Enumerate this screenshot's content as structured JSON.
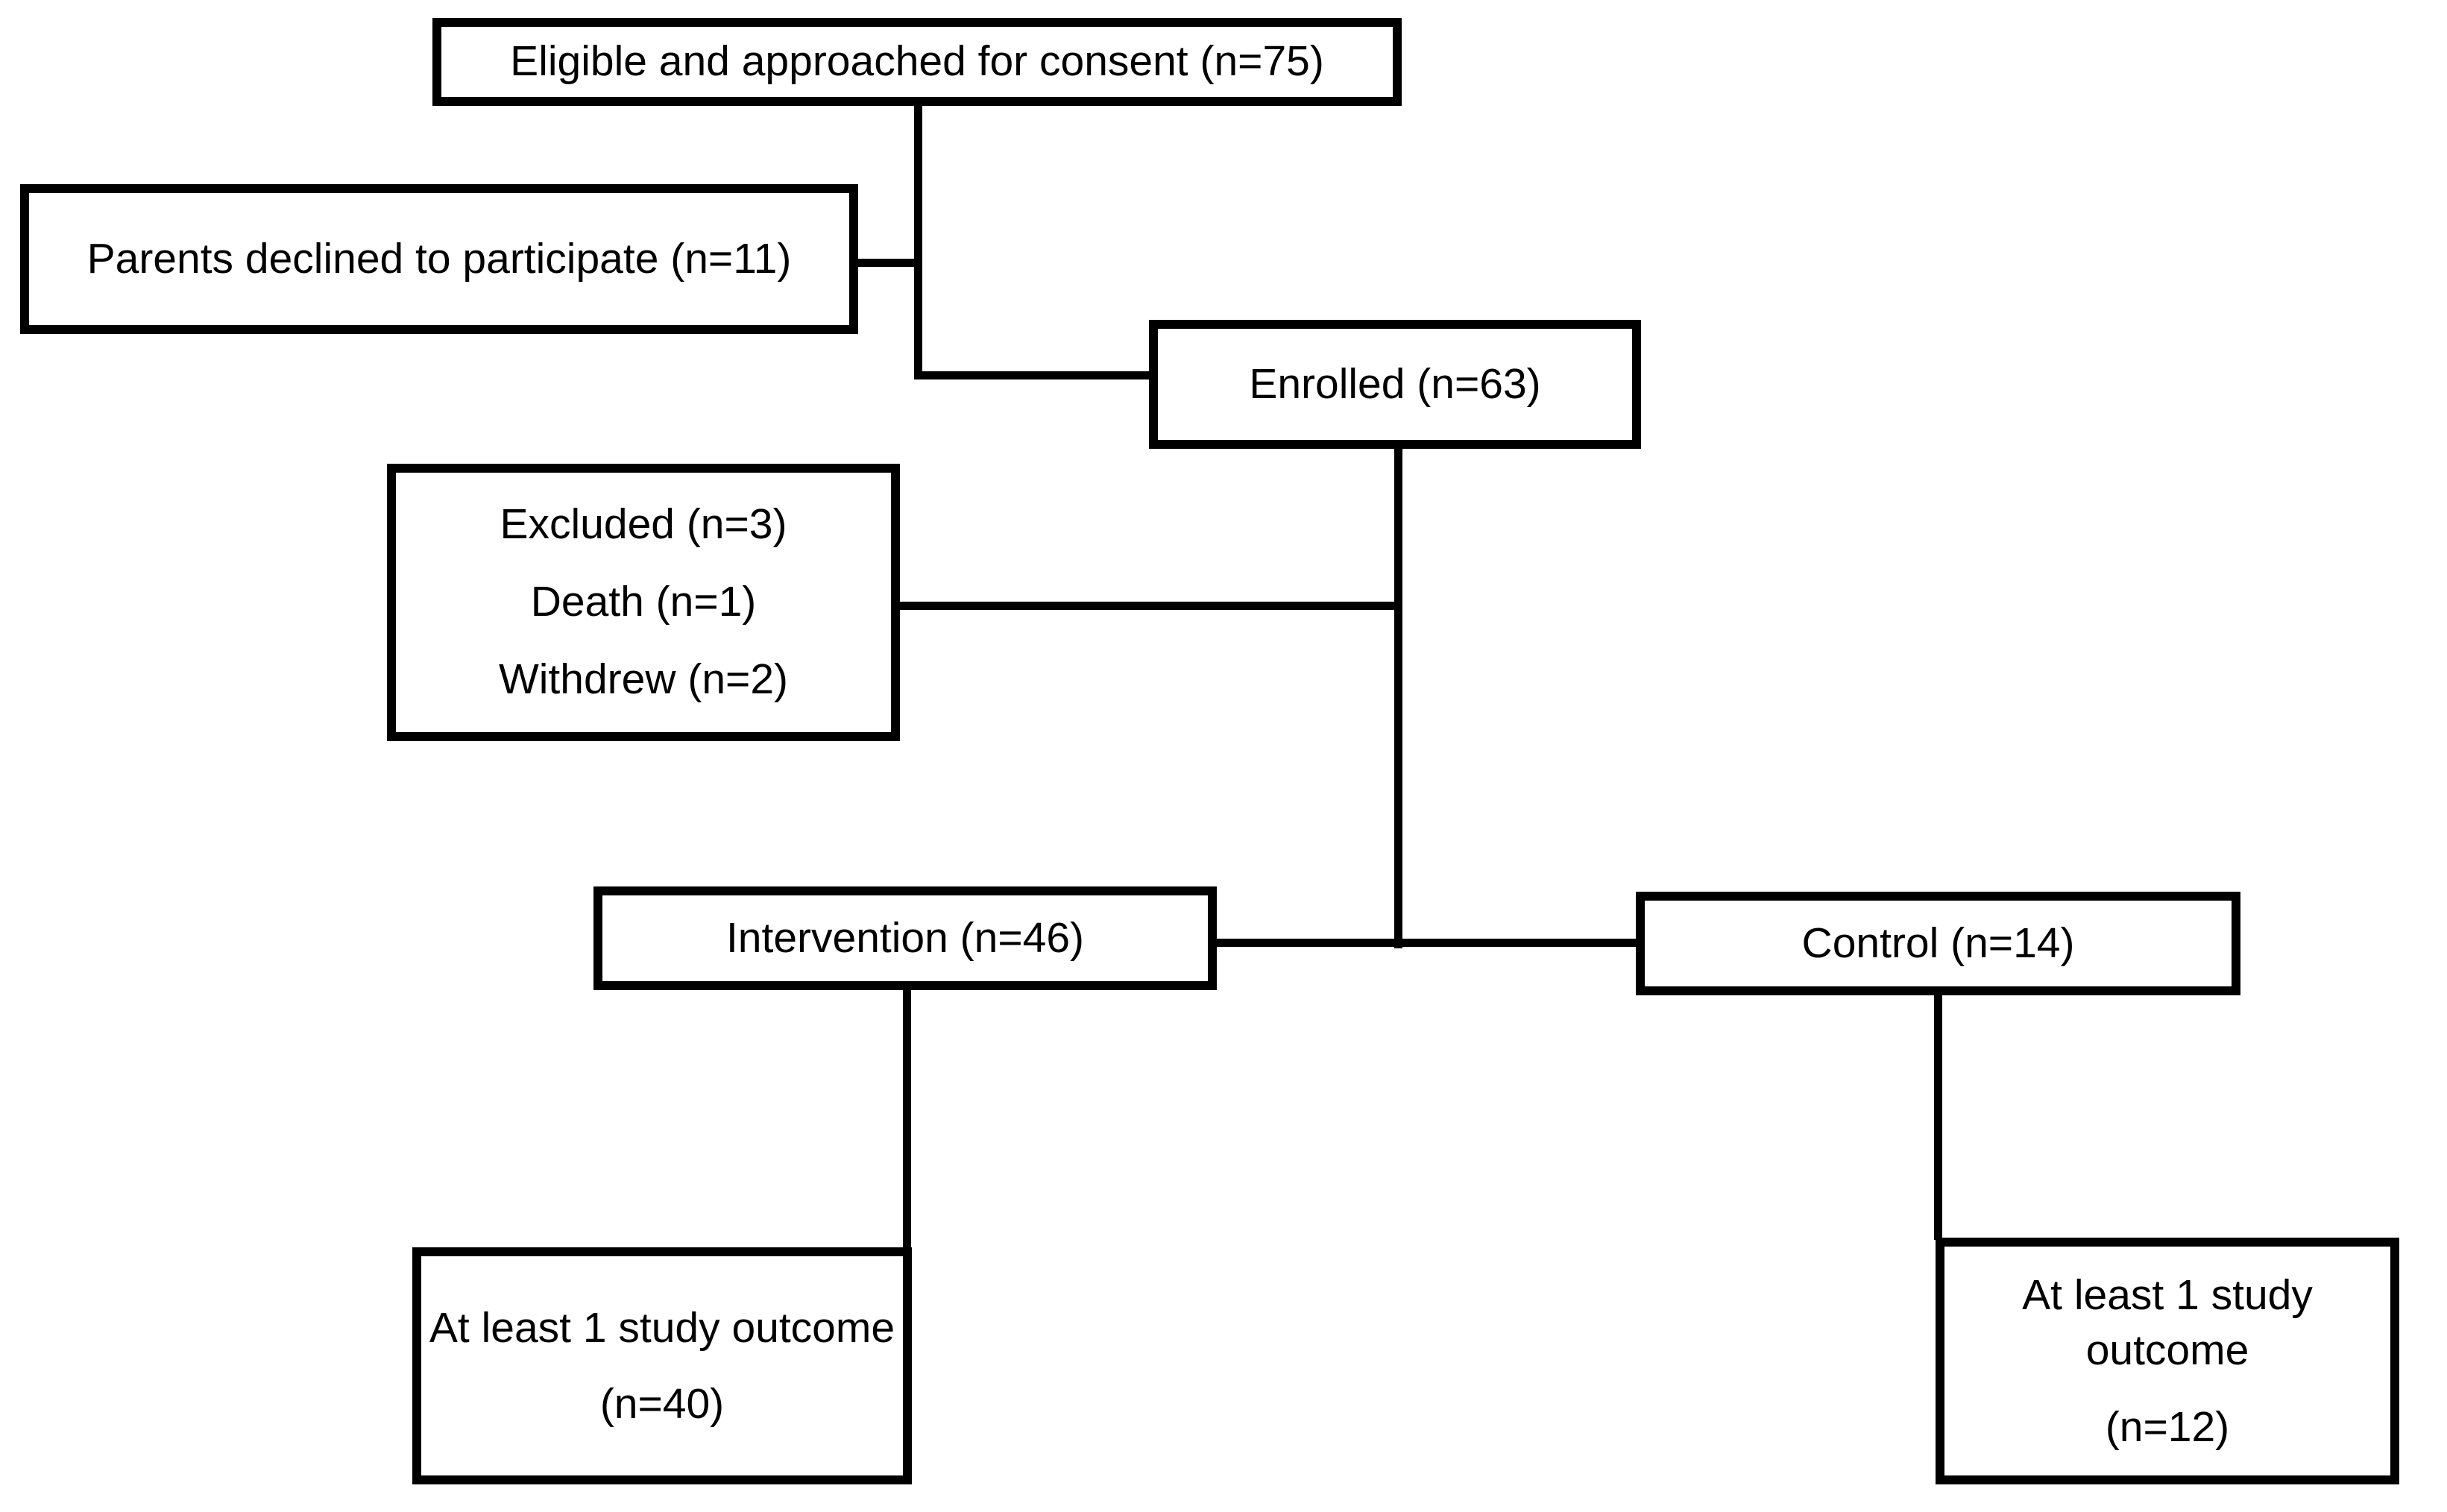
{
  "diagram": {
    "type": "consort-participant-flowchart",
    "colors": {
      "background": "#ffffff",
      "line": "#000000",
      "text": "#000000"
    },
    "boxes": {
      "eligible": {
        "label": "Eligible and approached for consent (n=75)"
      },
      "declined": {
        "label": "Parents declined to participate (n=11)"
      },
      "enrolled": {
        "label": "Enrolled (n=63)"
      },
      "excluded": {
        "line1": "Excluded (n=3)",
        "line2": "Death (n=1)",
        "line3": "Withdrew (n=2)"
      },
      "intervention": {
        "label": "Intervention (n=46)"
      },
      "control": {
        "label": "Control (n=14)"
      },
      "outcome_intervention": {
        "label": "At least 1 study outcome",
        "count": "(n=40)"
      },
      "outcome_control": {
        "label": "At least 1 study outcome",
        "count": "(n=12)"
      }
    }
  }
}
